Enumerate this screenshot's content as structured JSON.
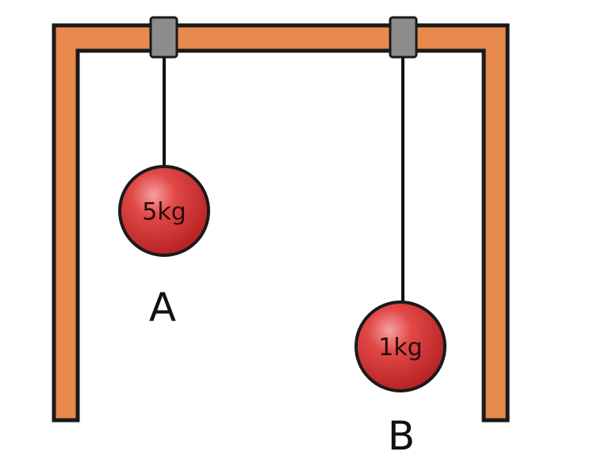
{
  "pendulums": [
    {
      "mass_label": "5kg",
      "caption": "A"
    },
    {
      "mass_label": "1kg",
      "caption": "B"
    }
  ],
  "colors": {
    "frame_fill": "#E8894E",
    "frame_outline": "#1a1a1a",
    "clamp_fill": "#8c8c8c",
    "ball_fill": "#d93a3a",
    "ball_highlight": "#f28a8a",
    "string": "#111111"
  }
}
